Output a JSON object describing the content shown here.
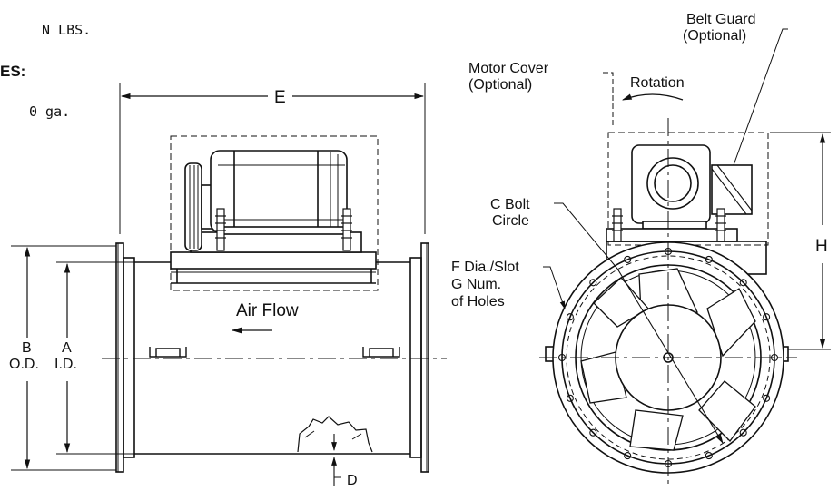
{
  "notes_top": {
    "weight_fragment": "N LBS.",
    "heading_fragment": "ES:",
    "gauge_fragment": "0 ga."
  },
  "side_view": {
    "dimension_e": "E",
    "air_flow": "Air Flow",
    "dim_b": [
      "B",
      "O.D."
    ],
    "dim_a": [
      "A",
      "I.D."
    ],
    "dimension_d": "D"
  },
  "end_view": {
    "belt_guard": [
      "Belt Guard",
      "(Optional)"
    ],
    "motor_cover": [
      "Motor Cover",
      "(Optional)"
    ],
    "rotation": "Rotation",
    "bolt_circle": [
      "C Bolt",
      "Circle"
    ],
    "holes": [
      "F Dia./Slot",
      "G Num.",
      "of Holes"
    ],
    "dimension_h": "H"
  }
}
